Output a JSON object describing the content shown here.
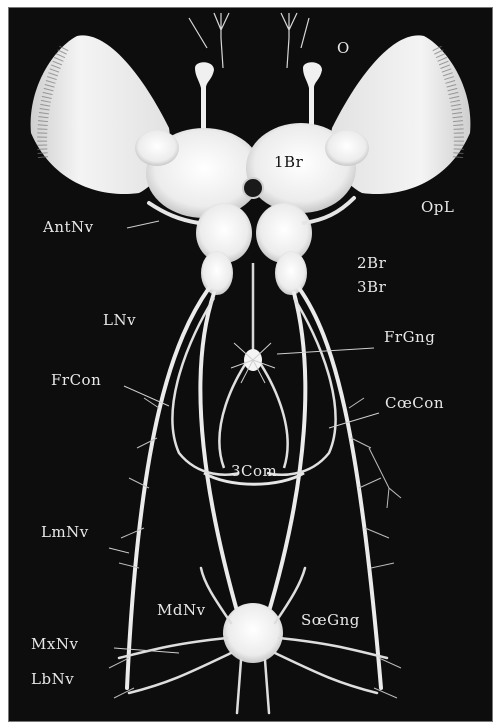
{
  "labels": {
    "O": "O",
    "Br1": "1Br",
    "OpL": "OpL",
    "AntNv": "AntNv",
    "Br2": "2Br",
    "Br3": "3Br",
    "LNv": "LNv",
    "FrGng": "FrGng",
    "FrCon": "FrCon",
    "CoeCon": "CœCon",
    "Com3": "3Com",
    "LmNv": "LmNv",
    "MdNv": "MdNv",
    "SoeGng": "SœGng",
    "MxNv": "MxNv",
    "LbNv": "LbNv"
  },
  "colors": {
    "background": "#0d0d0d",
    "tissue": "#f2f2f2",
    "nerve": "#ebebeb",
    "label": "#e8e8e8"
  }
}
